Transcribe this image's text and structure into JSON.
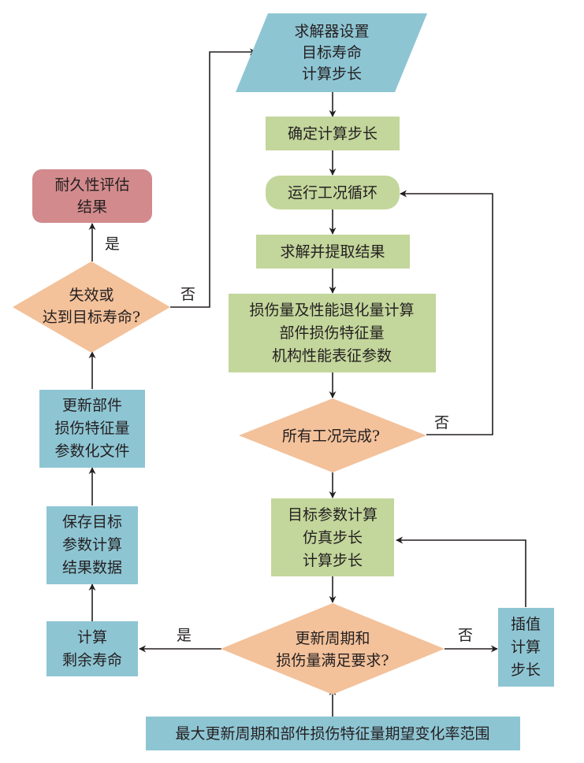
{
  "colors": {
    "blue": "#8ec5d3",
    "green": "#c3d69b",
    "orange": "#f3c19a",
    "red": "#d28a8c",
    "line": "#231f20"
  },
  "nodes": {
    "solver_setup": {
      "lines": [
        "求解器设置",
        "目标寿命",
        "计算步长"
      ]
    },
    "determine_step": {
      "lines": [
        "确定计算步长"
      ]
    },
    "operating_loop": {
      "lines": [
        "运行工况循环"
      ]
    },
    "solve_extract": {
      "lines": [
        "求解并提取结果"
      ]
    },
    "damage_calc": {
      "lines": [
        "损伤量及性能退化量计算",
        "部件损伤特征量",
        "机构性能表征参数"
      ]
    },
    "all_done": {
      "lines": [
        "所有工况完成?"
      ]
    },
    "target_calc": {
      "lines": [
        "目标参数计算",
        "仿真步长",
        "计算步长"
      ]
    },
    "update_check": {
      "lines": [
        "更新周期和",
        "损伤量满足要求?"
      ]
    },
    "interp_step": {
      "lines": [
        "插值",
        "计算",
        "步长"
      ]
    },
    "max_range": {
      "lines": [
        "最大更新周期和部件损伤特征量期望变化率范围"
      ]
    },
    "remaining_life": {
      "lines": [
        "计算",
        "剩余寿命"
      ]
    },
    "save_results": {
      "lines": [
        "保存目标",
        "参数计算",
        "结果数据"
      ]
    },
    "update_params": {
      "lines": [
        "更新部件",
        "损伤特征量",
        "参数化文件"
      ]
    },
    "fail_check": {
      "lines": [
        "失效或",
        "达到目标寿命?"
      ]
    },
    "durability_result": {
      "lines": [
        "耐久性评估",
        "结果"
      ]
    }
  },
  "edge_labels": {
    "fail_yes": "是",
    "fail_no": "否",
    "all_done_no": "否",
    "update_yes": "是",
    "update_no": "否"
  }
}
